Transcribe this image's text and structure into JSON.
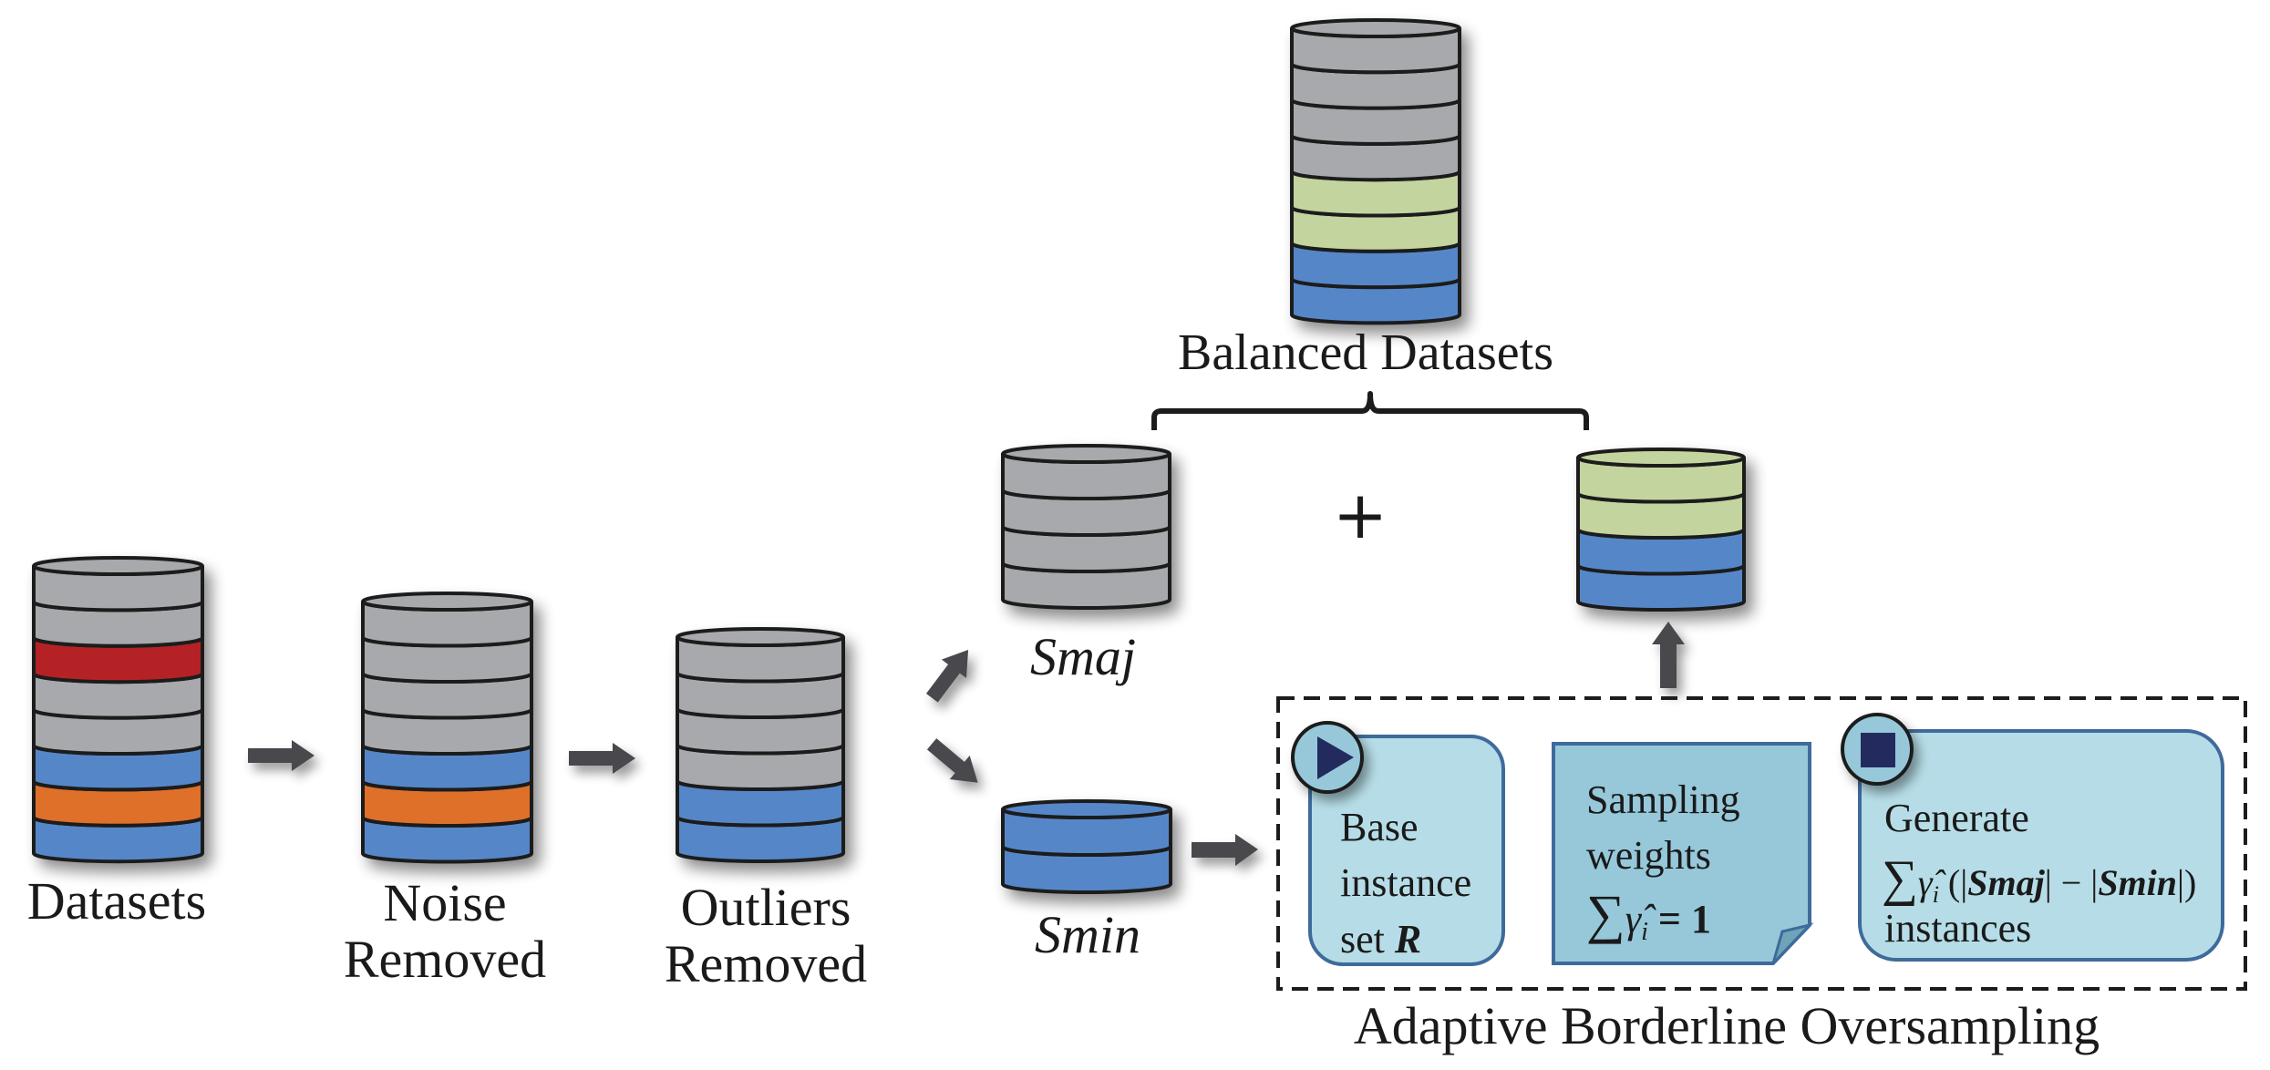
{
  "figure": {
    "title": "Adaptive Borderline Oversampling pipeline"
  },
  "colors": {
    "majority_gray": "#a7a9ac",
    "noise_red": "#b52025",
    "outlier_orange": "#df6f2b",
    "minority_blue": "#5587c8",
    "synthetic_green": "#c3d49e",
    "step_box_fill": "#b6dde7",
    "weight_box_fill": "#96c8da",
    "box_border": "#3e6b9b",
    "icon_navy": "#232b5e",
    "arrow_gray": "#4a4a4d"
  },
  "stages": [
    {
      "id": "datasets",
      "label_lines": [
        "Datasets"
      ],
      "bands": [
        "gray",
        "gray",
        "red",
        "gray",
        "gray",
        "blue",
        "orange",
        "blue"
      ]
    },
    {
      "id": "noise_removed",
      "label_lines": [
        "Noise",
        "Removed"
      ],
      "bands": [
        "gray",
        "gray",
        "gray",
        "gray",
        "blue",
        "orange",
        "blue"
      ]
    },
    {
      "id": "outliers_removed",
      "label_lines": [
        "Outliers",
        "Removed"
      ],
      "bands": [
        "gray",
        "gray",
        "gray",
        "gray",
        "blue",
        "blue"
      ]
    }
  ],
  "split": {
    "majority": {
      "label": "Smaj",
      "bands": [
        "gray",
        "gray",
        "gray",
        "gray"
      ]
    },
    "minority": {
      "label": "Smin",
      "bands": [
        "blue",
        "blue"
      ]
    }
  },
  "combine": {
    "operator": "+",
    "result_bands": [
      "green",
      "green",
      "blue",
      "blue"
    ]
  },
  "balanced": {
    "label": "Balanced Datasets",
    "bands": [
      "gray",
      "gray",
      "gray",
      "gray",
      "green",
      "green",
      "blue",
      "blue"
    ]
  },
  "oversampling": {
    "label": "Adaptive Borderline Oversampling",
    "steps": [
      {
        "id": "base",
        "icon": "play-icon",
        "lines": [
          "Base",
          "instance"
        ],
        "last_prefix": "set ",
        "last_bold": "R"
      },
      {
        "id": "weights",
        "icon": "none",
        "lines": [
          "Sampling",
          "weights"
        ],
        "formula": {
          "sum": "∑",
          "var": "γ̂",
          "sub": "i",
          "rhs": " = 1"
        }
      },
      {
        "id": "generate",
        "icon": "stop-icon",
        "lines": [
          "Generate"
        ],
        "formula": {
          "sum": "∑",
          "var": "γ̂",
          "sub": "i",
          "open": " (|",
          "a": "Smaj",
          "mid": "| − |",
          "b": "Smin",
          "close": "|)"
        },
        "last_line": "instances"
      }
    ]
  }
}
